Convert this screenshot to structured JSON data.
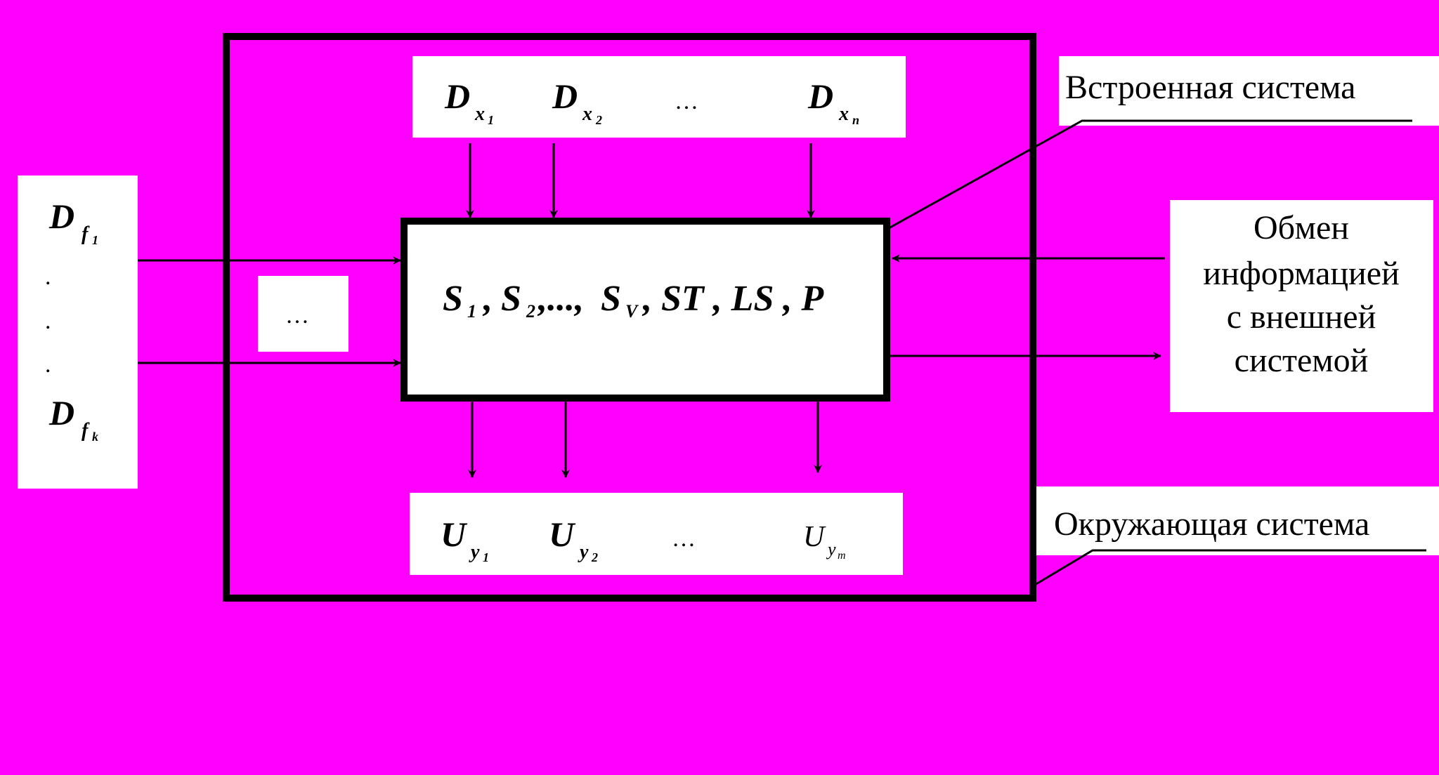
{
  "diagram": {
    "background_color": "#ff00ff",
    "inputs_x": [
      {
        "symbol": "D",
        "sub": "x",
        "subsub": "1"
      },
      {
        "symbol": "D",
        "sub": "x",
        "subsub": "2"
      },
      {
        "symbol": "D",
        "sub": "x",
        "subsub": "n"
      }
    ],
    "inputs_x_ellipsis": "…",
    "inputs_f": [
      {
        "symbol": "D",
        "sub": "f",
        "subsub": "1"
      },
      {
        "symbol": "D",
        "sub": "f",
        "subsub": "k"
      }
    ],
    "inputs_f_dots": ".",
    "middle_ellipsis": "…",
    "core": {
      "s1": "S",
      "s1_sub": "1",
      "s2": "S",
      "s2_sub": "2",
      "middle": ",...,",
      "sv": "S",
      "sv_sub": "V",
      "tail": ", ST , LS , P",
      "comma": ","
    },
    "outputs_u": [
      {
        "symbol": "U",
        "sub": "y",
        "subsub": "1"
      },
      {
        "symbol": "U",
        "sub": "y",
        "subsub": "2"
      },
      {
        "symbol": "U",
        "sub": "y",
        "subsub": "m"
      }
    ],
    "outputs_u_ellipsis": "…",
    "label_embedded": "Встроенная система",
    "label_environment": "Окружающая система",
    "exchange_lines": [
      "Обмен",
      "информацией",
      "с внешней",
      "системой"
    ]
  }
}
